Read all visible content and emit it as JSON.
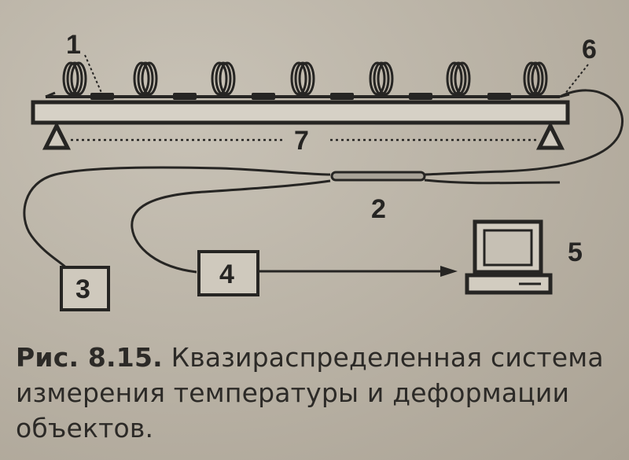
{
  "diagram": {
    "labels": {
      "l1": "1",
      "l2": "2",
      "l3": "3",
      "l4": "4",
      "l5": "5",
      "l6": "6",
      "l7": "7"
    }
  },
  "caption": {
    "number": "Рис. 8.15.",
    "text": "Квазираспределенная система измерения температуры и деформации объектов."
  },
  "colors": {
    "ink": "#262523",
    "paper": "#b7b0a3"
  }
}
